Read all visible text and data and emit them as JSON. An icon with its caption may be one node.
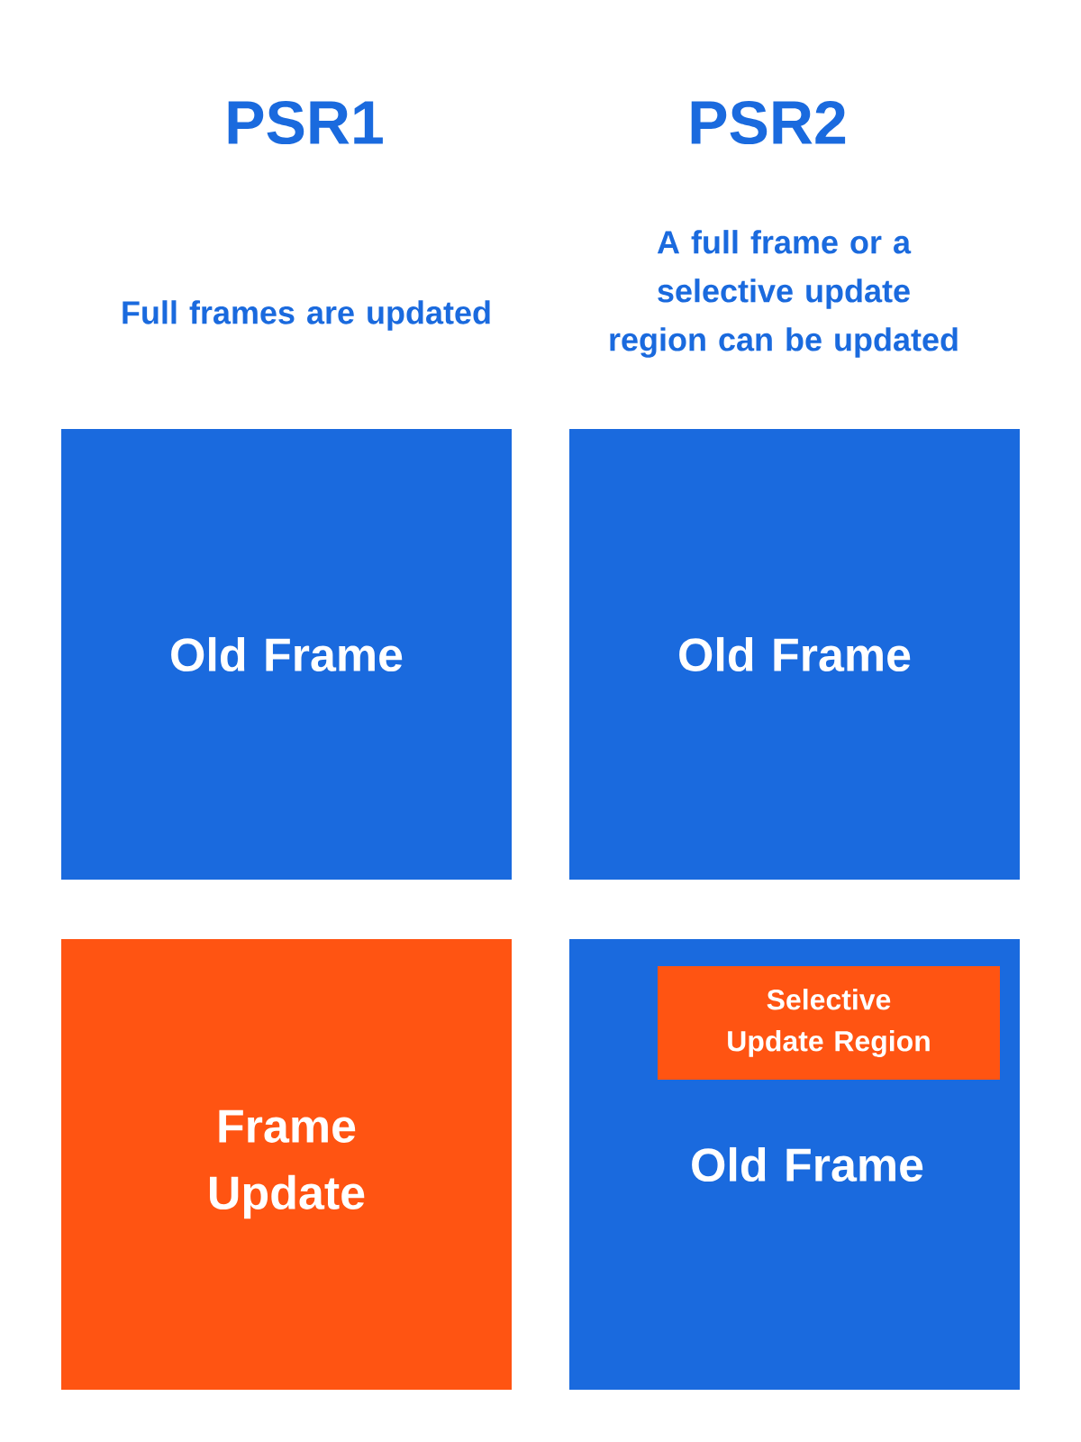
{
  "diagram": {
    "nodes": [
      {
        "text": [
          "Old Frame"
        ]
      },
      {
        "text": [
          "Frame Update"
        ]
      },
      {
        "text": [
          "Old Frame"
        ]
      },
      {
        "text": [
          "Old Frame"
        ]
      },
      {
        "text": [
          "Selective Update Region"
        ],
        "in": 3
      }
    ],
    "labels": [
      "PSR1",
      "PSR2",
      "Full frames are updated",
      "A full frame or a selective update region can be updated"
    ]
  }
}
